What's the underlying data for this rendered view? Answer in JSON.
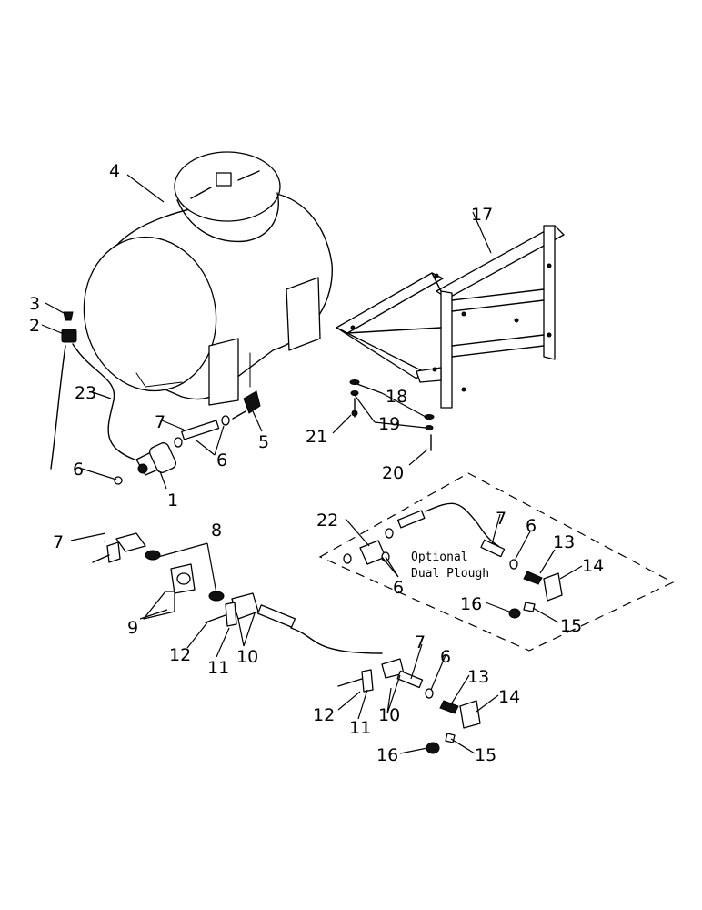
{
  "callouts": {
    "c1": "1",
    "c2": "2",
    "c3": "3",
    "c4": "4",
    "c5": "5",
    "c6a": "6",
    "c6b": "6",
    "c6c": "6",
    "c6d": "6",
    "c6e": "6",
    "c7a": "7",
    "c7b": "7",
    "c7c": "7",
    "c7d": "7",
    "c8": "8",
    "c9": "9",
    "c10a": "10",
    "c10b": "10",
    "c11a": "11",
    "c11b": "11",
    "c12a": "12",
    "c12b": "12",
    "c13a": "13",
    "c13b": "13",
    "c14a": "14",
    "c14b": "14",
    "c15a": "15",
    "c15b": "15",
    "c16a": "16",
    "c16b": "16",
    "c17": "17",
    "c18": "18",
    "c19": "19",
    "c20": "20",
    "c21": "21",
    "c22": "22",
    "c23": "23"
  },
  "optional_note": {
    "line1": "Optional",
    "line2": "Dual Plough"
  }
}
